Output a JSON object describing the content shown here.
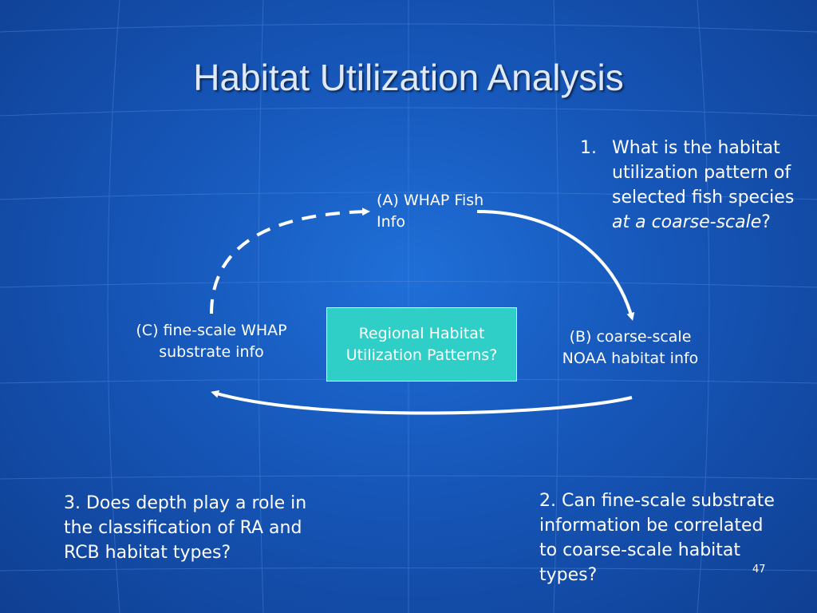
{
  "title": "Habitat Utilization Analysis",
  "question1": {
    "number": "1.",
    "text_plain": "What is the habitat utilization pattern of selected fish species ",
    "text_italic": "at a coarse-scale",
    "text_end": "?"
  },
  "nodes": {
    "a": "(A) WHAP Fish Info",
    "b": "(B) coarse-scale NOAA habitat info",
    "c": "(C) fine-scale WHAP substrate info",
    "center": "Regional Habitat Utilization Patterns?"
  },
  "question2": "2. Can fine-scale substrate information be correlated to coarse-scale habitat types?",
  "question3": "3. Does depth play a role in the classification of RA and RCB habitat types?",
  "page_number": "47",
  "colors": {
    "background": "#1656b8",
    "center_box": "#2fcfc8",
    "text": "#ffffff"
  }
}
